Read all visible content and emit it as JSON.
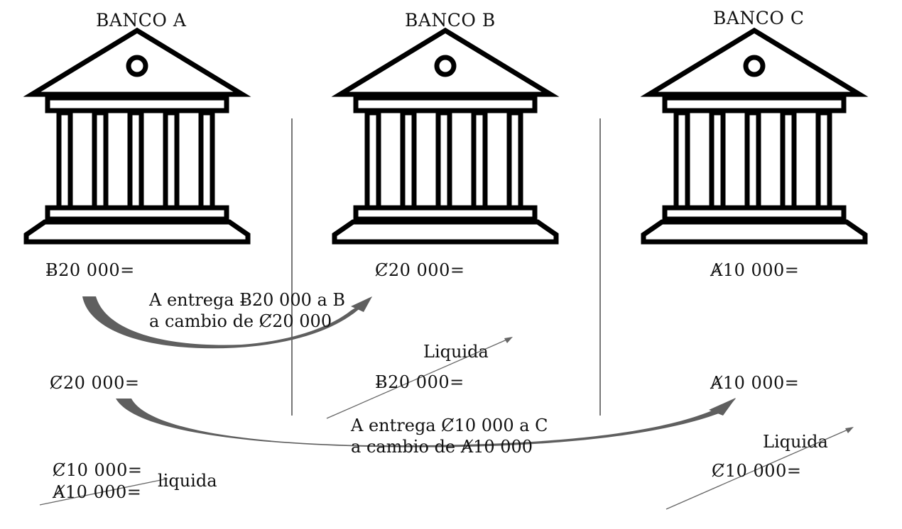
{
  "banks": [
    {
      "title": "BANCO A"
    },
    {
      "title": "BANCO B"
    },
    {
      "title": "BANCO C"
    }
  ],
  "amounts": {
    "a_initial": "Ƀ20 000=",
    "b_initial": "Ȼ20 000=",
    "c_initial": "Ⱥ10 000=",
    "a_mid": "Ȼ20 000=",
    "b_mid": "Ƀ20 000=",
    "c_mid": "Ⱥ10 000=",
    "a_final_1": "Ȼ10 000=",
    "a_final_2": "Ⱥ10 000=",
    "c_final": "Ȼ10 000="
  },
  "notes": {
    "exchange1_line1": "A entrega Ƀ20 000 a B",
    "exchange1_line2": "a cambio de  Ȼ20 000",
    "exchange2_line1": "A entrega Ȼ10 000 a C",
    "exchange2_line2": "a cambio de Ⱥ10 000",
    "liquida_b": "Liquida",
    "liquida_c": "Liquida",
    "liquida_a": "liquida"
  },
  "icons": [
    "bank-building-icon"
  ],
  "colors": {
    "ink": "#000000",
    "arrow": "#5a5a5a",
    "divider": "#777777"
  }
}
